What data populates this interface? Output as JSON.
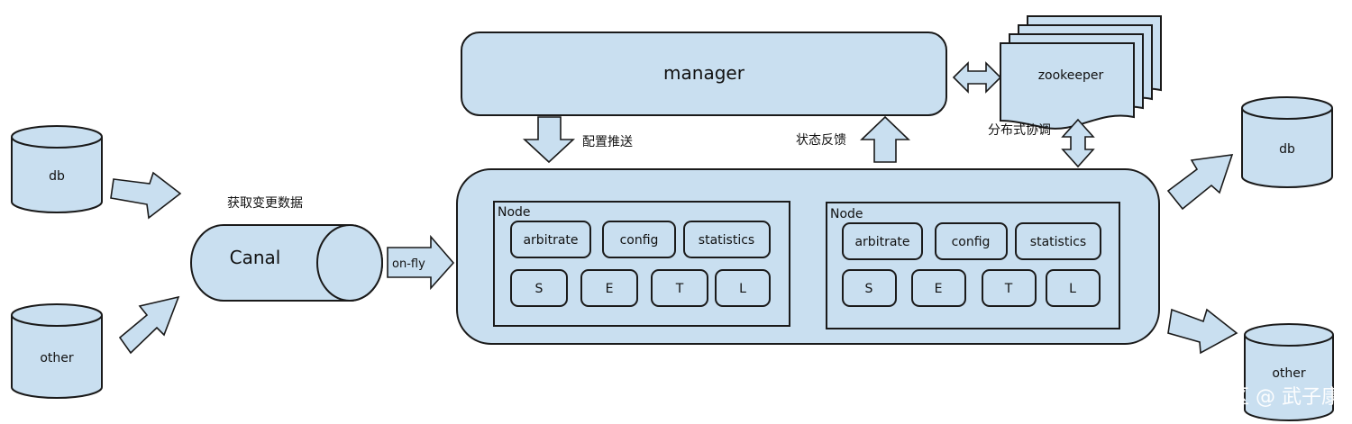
{
  "sources": {
    "db": "db",
    "other": "other"
  },
  "targets": {
    "db": "db",
    "other": "other"
  },
  "labels": {
    "fetch_changes": "获取变更数据",
    "config_push": "配置推送",
    "status_feedback": "状态反馈",
    "distributed_coord": "分布式协调",
    "on_fly": "on-fly"
  },
  "canal": "Canal",
  "manager": "manager",
  "zookeeper": "zookeeper",
  "nodes": [
    {
      "title": "Node",
      "components": [
        "arbitrate",
        "config",
        "statistics"
      ],
      "stages": [
        "S",
        "E",
        "T",
        "L"
      ]
    },
    {
      "title": "Node",
      "components": [
        "arbitrate",
        "config",
        "statistics"
      ],
      "stages": [
        "S",
        "E",
        "T",
        "L"
      ]
    }
  ],
  "watermark": "掘金技术社区 @ 武子康",
  "colors": {
    "fill": "#c9dff0",
    "stroke": "#1a1a1a"
  }
}
